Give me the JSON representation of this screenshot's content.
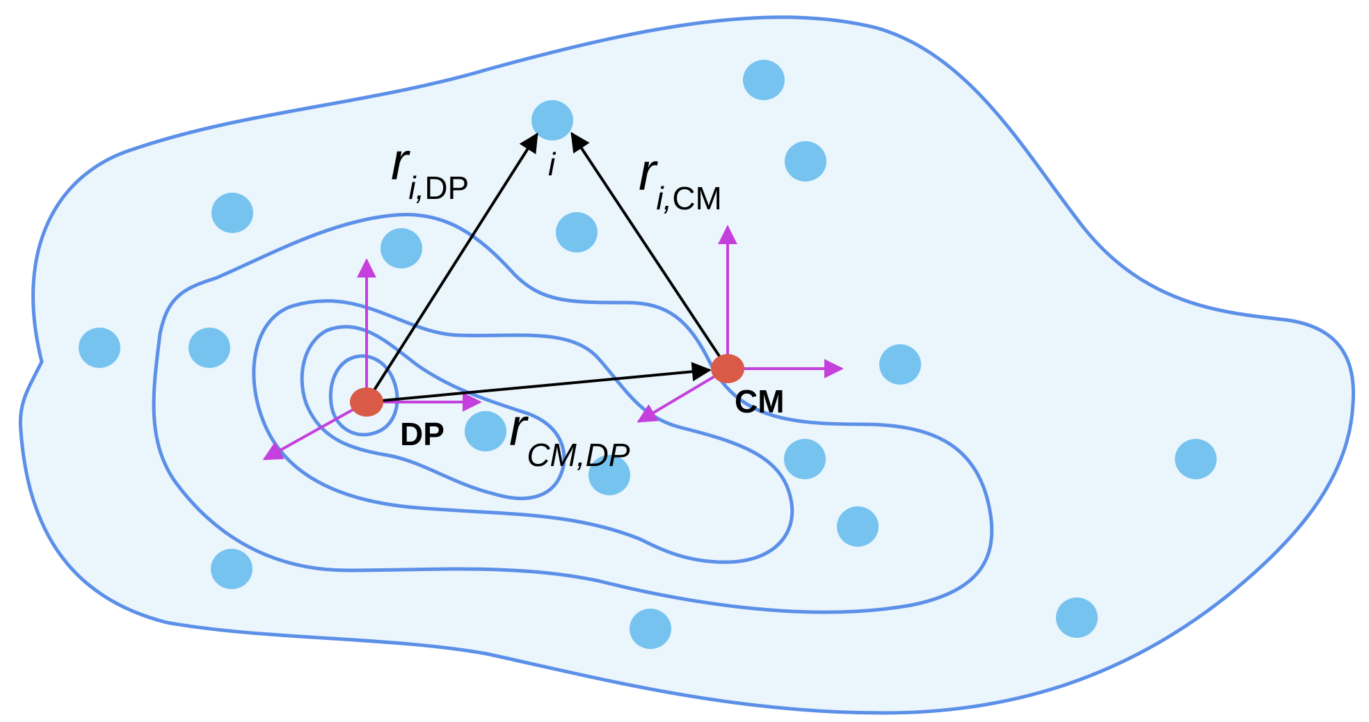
{
  "colors": {
    "body_fill": "#eaf5fc",
    "outline": "#5b8fe8",
    "particle": "#76c3f0",
    "center_point": "#d95a47",
    "vector": "#000000",
    "axis": "#c43fdb"
  },
  "labels": {
    "particle_i": "i",
    "r_i_dp_main": "r",
    "r_i_dp_sub_italic": "i,",
    "r_i_dp_sub_plain": "DP",
    "r_i_cm_main": "r",
    "r_i_cm_sub_italic": "i,",
    "r_i_cm_sub_plain": "CM",
    "dp": "DP",
    "cm": "CM",
    "r_cm_dp_main": "r",
    "r_cm_dp_sub": "CM,DP"
  }
}
